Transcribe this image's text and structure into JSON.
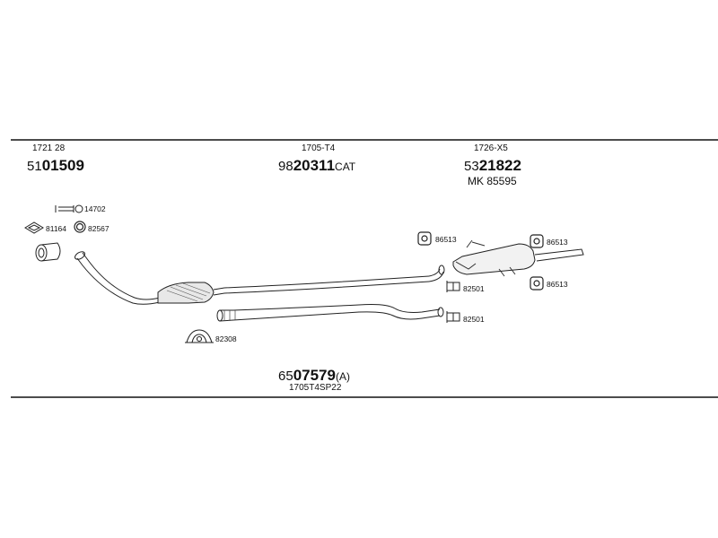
{
  "assembly_labels": {
    "front": {
      "model": "1721 28",
      "prefix": "51",
      "bold": "01509",
      "suffix": ""
    },
    "middle": {
      "model": "1705-T4",
      "prefix": "98",
      "bold": "20311",
      "suffix": "CAT"
    },
    "rear": {
      "model": "1726-X5",
      "prefix": "53",
      "bold": "21822",
      "suffix": "",
      "kit": "MK 85595"
    }
  },
  "part_codes": {
    "bolt": "14702",
    "gasket_diamond": "81164",
    "ring_gasket": "82567",
    "clamp_lower": "82308",
    "rubber_mount_rear_left": "86513",
    "rubber_mount_rear_right": "86513",
    "rubber_mount_rear_low": "86513",
    "bracket_upper": "82501",
    "bracket_lower": "82501"
  },
  "kit": {
    "prefix": "65",
    "bold": "07579",
    "suffix": "(A)",
    "code": "1705T4SP22"
  }
}
